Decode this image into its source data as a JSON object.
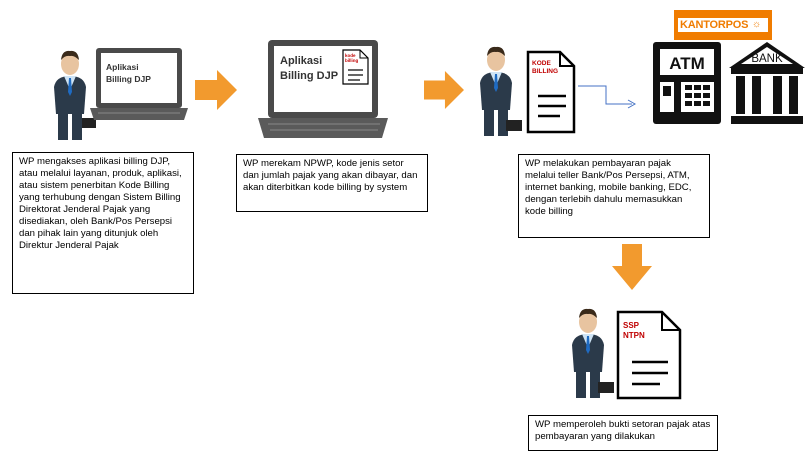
{
  "colors": {
    "orange_arrow": "#f29a2e",
    "shirt_blue": "#cfe4f5",
    "tie_blue": "#1f6bc2",
    "suit_dark": "#2b3a4a",
    "laptop_gray": "#4a4a4a",
    "doc_red": "#c00000",
    "kantorpos_orange": "#f07c00",
    "connector_blue": "#4472c4"
  },
  "icons": {
    "person": "businessman-icon",
    "laptop": "laptop-icon",
    "document": "document-icon",
    "atm": "atm-icon",
    "bank": "bank-building-icon",
    "arrow": "orange-arrow-icon"
  },
  "step1": {
    "screen_line1": "Aplikasi",
    "screen_line2": "Billing DJP",
    "description": "WP mengakses aplikasi billing DJP, atau melalui layanan, produk, aplikasi, atau sistem penerbitan Kode Billing yang terhubung dengan Sistem Billing Direktorat Jenderal Pajak yang disediakan, oleh Bank/Pos Persepsi dan pihak lain yang ditunjuk oleh Direktur Jenderal Pajak"
  },
  "step2": {
    "screen_line1": "Aplikasi",
    "screen_line2": "Billing DJP",
    "doc_label_line1": "kode",
    "doc_label_line2": "billing",
    "description": "WP merekam NPWP, kode jenis setor dan jumlah pajak yang akan dibayar, dan akan diterbitkan kode billing by system"
  },
  "step3": {
    "doc_label_line1": "KODE",
    "doc_label_line2": "BILLING",
    "kantorpos_label": "KANTORPOS",
    "atm_label": "ATM",
    "bank_label": "BANK",
    "description": "WP melakukan pembayaran pajak melalui teller Bank/Pos Persepsi, ATM, internet banking, mobile banking, EDC, dengan terlebih dahulu memasukkan kode billing"
  },
  "step4": {
    "doc_label_line1": "SSP",
    "doc_label_line2": "NTPN",
    "description": "WP memperoleh bukti setoran pajak atas pembayaran yang dilakukan"
  }
}
